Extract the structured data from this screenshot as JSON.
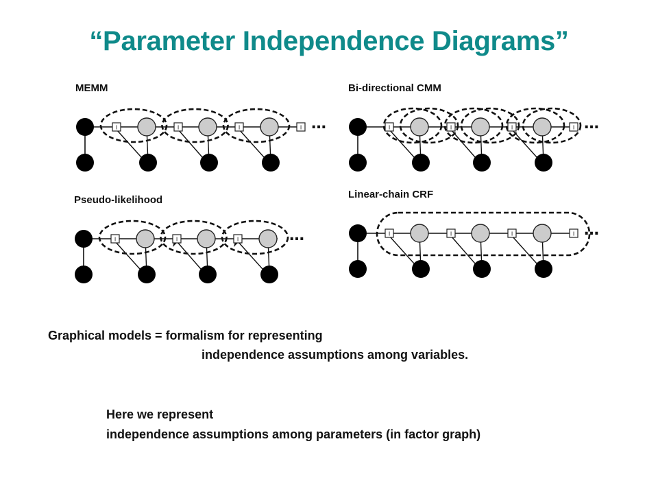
{
  "title": "“Parameter Independence Diagrams”",
  "colors": {
    "title": "#0f8a8a",
    "observed_node": "#000000",
    "hidden_node": "#cccccc",
    "factor": "#ffffff",
    "edge": "#111111"
  },
  "panels": [
    {
      "id": "memm",
      "label": "MEMM",
      "groups": "per-state",
      "labeled_x_nodes": 3,
      "has_final_factor": true
    },
    {
      "id": "bicmm",
      "label": "Bi-directional CMM",
      "groups": "overlapping",
      "labeled_x_nodes": 3,
      "has_final_factor": true
    },
    {
      "id": "pseudo",
      "label": "Pseudo-likelihood",
      "groups": "per-state-with-arrows",
      "labeled_x_nodes": 3,
      "has_final_factor": false
    },
    {
      "id": "crf",
      "label": "Linear-chain CRF",
      "groups": "single",
      "labeled_x_nodes": 3,
      "has_final_factor": true
    }
  ],
  "factor_glyph": "I",
  "ellipsis": "…",
  "text": {
    "line1": "Graphical models = formalism for representing",
    "line2": "independence assumptions among variables.",
    "line3": "Here we represent",
    "line4": "independence assumptions among parameters (in factor graph)"
  }
}
